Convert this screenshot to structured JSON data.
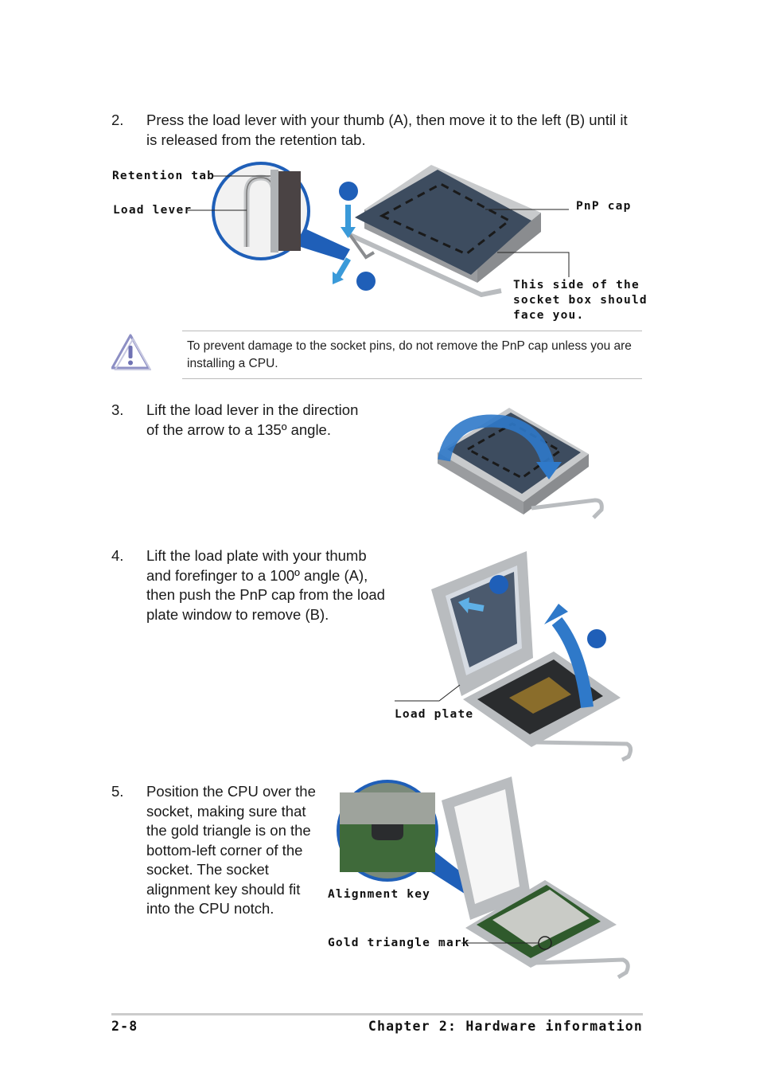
{
  "steps": [
    {
      "num": "2.",
      "text": "Press the load lever with your thumb (A), then move it to the left (B) until it is released from the retention tab."
    },
    {
      "num": "3.",
      "text": "Lift the load lever in the direction of the arrow to a 135º angle."
    },
    {
      "num": "4.",
      "text": "Lift the load plate with your thumb and forefinger to a 100º angle (A), then push the PnP cap from the load plate window to remove (B)."
    },
    {
      "num": "5.",
      "text": "Position the CPU over the socket, making sure that the gold triangle is on the bottom-left corner of the socket. The socket alignment key should fit into the CPU notch."
    }
  ],
  "figure1": {
    "retention_tab": "Retention tab",
    "load_lever": "Load lever",
    "pnp_cap": "PnP cap",
    "socket_side": "This side of the\nsocket box should\nface you."
  },
  "note": {
    "icon": "warning-triangle-icon",
    "text": "To prevent damage to the socket pins, do not remove the PnP cap unless you are installing a CPU."
  },
  "figure3": {
    "load_plate": "Load plate"
  },
  "figure4": {
    "alignment_key": "Alignment key",
    "gold_triangle": "Gold triangle mark"
  },
  "footer": {
    "page": "2-8",
    "chapter": "Chapter 2: Hardware information"
  },
  "colors": {
    "accent_blue": "#1f5fb8",
    "cap_blue": "#3a4a5e",
    "metal": "#b9bcbf"
  }
}
